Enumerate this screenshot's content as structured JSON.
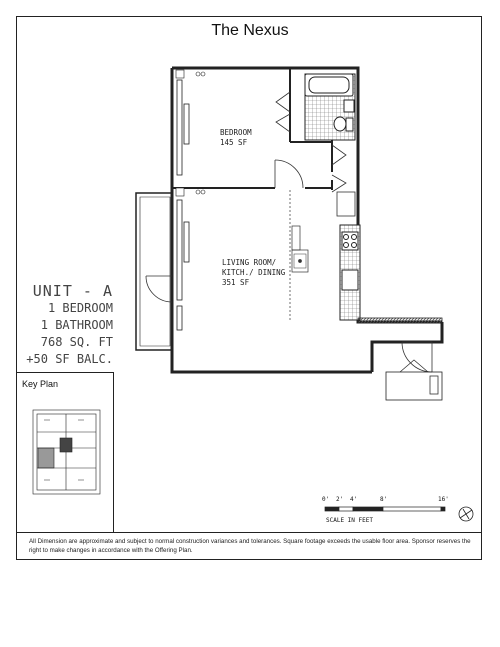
{
  "title": "The Nexus",
  "unit": {
    "name": "UNIT - A",
    "bedrooms": "1 BEDROOM",
    "bathrooms": "1 BATHROOM",
    "sqft": "768 SQ. FT",
    "balcony": "+50 SF BALC."
  },
  "rooms": {
    "bedroom": {
      "name": "BEDROOM",
      "area": "145 SF"
    },
    "living": {
      "line1": "LIVING ROOM/",
      "line2": "KITCH./ DINING",
      "area": "351 SF"
    }
  },
  "key_plan": {
    "title": "Key Plan"
  },
  "scale": {
    "ticks": [
      "0'",
      "2'",
      "4'",
      "8'",
      "16'"
    ],
    "label": "SCALE IN FEET"
  },
  "disclaimer": "All Dimension are approximate and subject to normal construction variances and tolerances. Square footage exceeds the usable floor area. Sponsor reserves the right to make changes in accordance with the Offering Plan.",
  "colors": {
    "line": "#222222",
    "hatch": "#555555"
  }
}
